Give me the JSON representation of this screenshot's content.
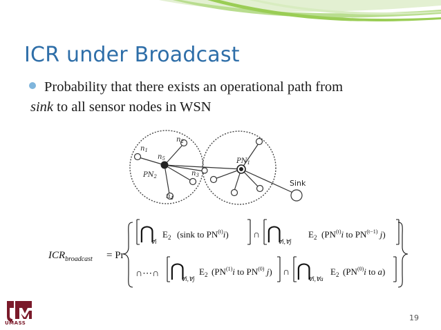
{
  "slide": {
    "title": "ICR under Broadcast",
    "bullet_part1": "Probability that there exists an operational path from",
    "bullet_italic": "sink",
    "bullet_part2": " to all sensor nodes in WSN",
    "page_number": "19"
  },
  "diagram": {
    "nodes": [
      "n1",
      "n2",
      "n5",
      "PN2",
      "n3",
      "n4",
      "PN1",
      "Sink"
    ]
  },
  "formula": {
    "lhs": "ICR",
    "lhs_sub": "broadcast",
    "pr": "= Pr",
    "row1_term1": "E",
    "row1_text1": "(sink to PN",
    "row1_text2": "i)",
    "row1_text3": "(PN",
    "row1_text4": "i to PN",
    "row1_text5": "j)",
    "row2_dots": "∩⋯∩",
    "row2_text1": "(PN",
    "row2_text2": "i to PN",
    "row2_text3": "j)",
    "row2_text4": "(PN",
    "row2_text5": "i to a)",
    "sub_i": "∀i",
    "sub_ij": "∀i,∀j",
    "sub_ia": "∀i,∀a"
  },
  "logo": {
    "text": "UMASS"
  },
  "colors": {
    "title": "#2e6ea8",
    "bullet": "#7fb5dc",
    "swoosh": "#9acd55",
    "logo": "#7a1a2a"
  }
}
